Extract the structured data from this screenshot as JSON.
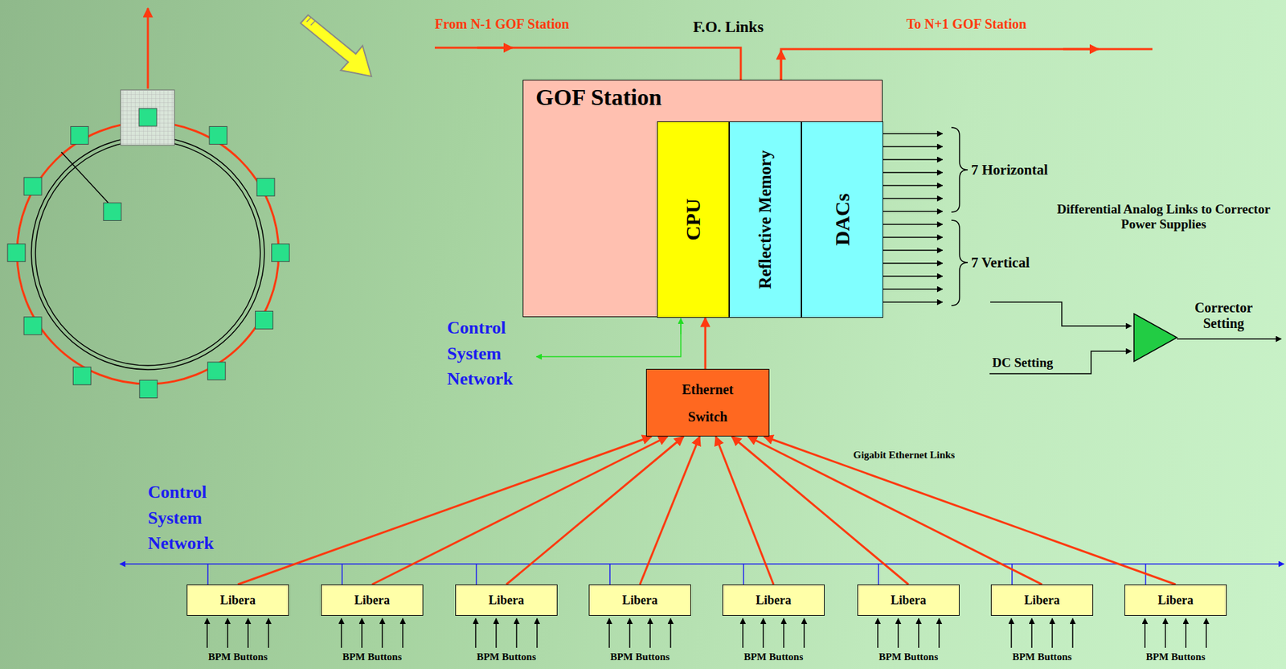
{
  "diagram": {
    "nodes": [
      {
        "text": [
          "GOF Station"
        ]
      },
      {
        "text": [
          "CPU"
        ],
        "in": 0
      },
      {
        "text": [
          "Reflective Memory"
        ],
        "in": 0
      },
      {
        "text": [
          "DACs"
        ],
        "in": 0
      },
      {
        "text": [
          "Ethernet Switch"
        ]
      },
      {
        "text": [
          "Libera"
        ]
      },
      {
        "text": [
          "Libera"
        ]
      },
      {
        "text": [
          "Libera"
        ]
      },
      {
        "text": [
          "Libera"
        ]
      },
      {
        "text": [
          "Libera"
        ]
      },
      {
        "text": [
          "Libera"
        ]
      },
      {
        "text": [
          "Libera"
        ]
      },
      {
        "text": [
          "Libera"
        ]
      }
    ],
    "edges": [
      {
        "from": 4,
        "to": 1,
        "arrow": "to"
      },
      {
        "from": 5,
        "to": 4,
        "arrow": "to"
      },
      {
        "from": 6,
        "to": 4,
        "arrow": "to"
      },
      {
        "from": 7,
        "to": 4,
        "arrow": "to"
      },
      {
        "from": 8,
        "to": 4,
        "arrow": "to"
      },
      {
        "from": 9,
        "to": 4,
        "arrow": "to"
      },
      {
        "from": 10,
        "to": 4,
        "arrow": "to"
      },
      {
        "from": 11,
        "to": 4,
        "arrow": "to"
      },
      {
        "from": 12,
        "to": 4,
        "arrow": "to"
      }
    ],
    "labels": [
      "From N-1 GOF Station",
      "F.O. Links",
      "To N+1 GOF Station",
      "7 Horizontal",
      "7 Vertical",
      "Differential Analog Links to Corrector Power Supplies",
      "Corrector Setting",
      "DC Setting",
      "Control System Network",
      "Gigabit Ethernet Links",
      "Control System Network",
      "BPM Buttons",
      "BPM Buttons",
      "BPM Buttons",
      "BPM Buttons",
      "BPM Buttons",
      "BPM Buttons",
      "BPM Buttons",
      "BPM Buttons"
    ]
  }
}
